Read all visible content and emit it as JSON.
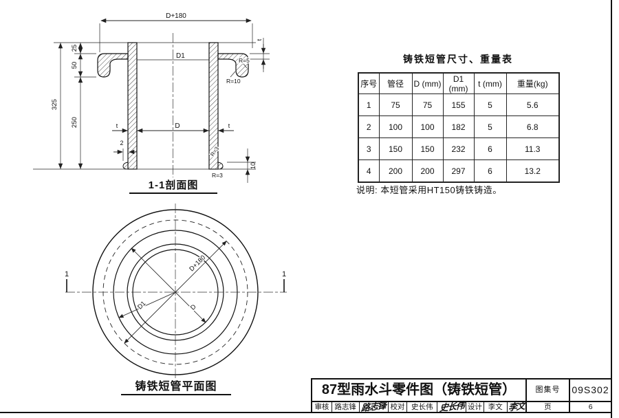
{
  "section_view": {
    "caption": "1-1剖面图",
    "labels": {
      "top_width": "D+180",
      "d1": "D1",
      "r5": "R=5",
      "r10": "R=10",
      "t_lip": "t",
      "h25": "25",
      "h50": "50",
      "h325": "325",
      "h250": "250",
      "bore": "D",
      "t_wall_left": "t",
      "t_wall_right": "t",
      "w2": "2",
      "h10": "10",
      "r3_upper": "R=3",
      "r3_lower": "R=3"
    }
  },
  "plan_view": {
    "caption": "铸铁短管平面图",
    "labels": {
      "outer_dia": "D+180",
      "flange_dia": "D1",
      "bore_dia": "D",
      "section_left": "1",
      "section_right": "1"
    }
  },
  "spec_table": {
    "title": "铸铁短管尺寸、重量表",
    "headers": [
      "序号",
      "管径",
      "D (mm)",
      "D1 (mm)",
      "t (mm)",
      "重量(kg)"
    ],
    "rows": [
      [
        "1",
        "75",
        "75",
        "155",
        "5",
        "5.6"
      ],
      [
        "2",
        "100",
        "100",
        "182",
        "5",
        "6.8"
      ],
      [
        "3",
        "150",
        "150",
        "232",
        "6",
        "11.3"
      ],
      [
        "4",
        "200",
        "200",
        "297",
        "6",
        "13.2"
      ]
    ]
  },
  "note": "说明: 本短管采用HT150铸铁铸造。",
  "title_block": {
    "drawing_title": "87型雨水斗零件图（铸铁短管）",
    "atlas_label": "图集号",
    "atlas_number": "09S302",
    "page_label": "页",
    "page_number": "6",
    "reviewer_label": "审核",
    "reviewer_name": "路志锋",
    "reviewer_signature": "路志锋",
    "checker_label": "校对",
    "checker_name": "史长伟",
    "checker_signature": "史长伟",
    "designer_label": "设计",
    "designer_name": "李文",
    "designer_signature": "李文"
  }
}
